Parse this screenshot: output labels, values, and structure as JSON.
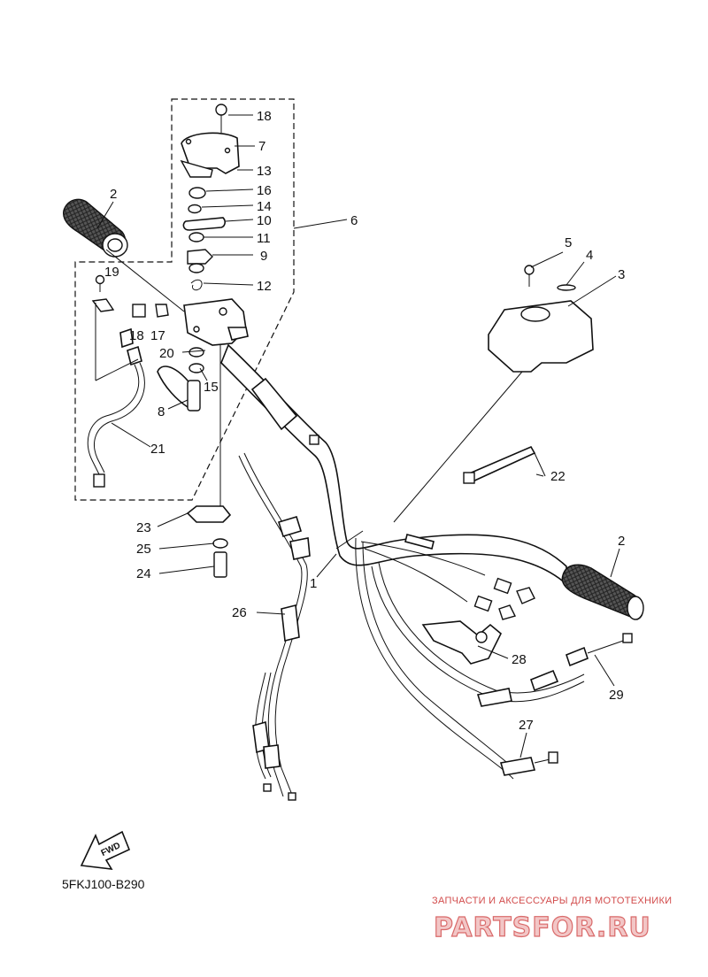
{
  "diagram": {
    "callouts": {
      "c1": "1",
      "c2a": "2",
      "c2b": "2",
      "c3": "3",
      "c4": "4",
      "c5": "5",
      "c6": "6",
      "c7": "7",
      "c8": "8",
      "c9": "9",
      "c10": "10",
      "c11": "11",
      "c12": "12",
      "c13": "13",
      "c14": "14",
      "c15": "15",
      "c16": "16",
      "c17": "17",
      "c18a": "18",
      "c18b": "18",
      "c19": "19",
      "c20": "20",
      "c21": "21",
      "c22": "22",
      "c23": "23",
      "c24": "24",
      "c25": "25",
      "c26": "26",
      "c27": "27",
      "c28": "28",
      "c29": "29"
    },
    "fwd_label": "FWD",
    "diagram_code": "5FKJ100-B290"
  },
  "watermark": {
    "tagline": "ЗАПЧАСТИ И АКСЕССУАРЫ ДЛЯ МОТОТЕХНИКИ",
    "brand": "PARTSFOR.RU",
    "color": "#d24b4b"
  }
}
